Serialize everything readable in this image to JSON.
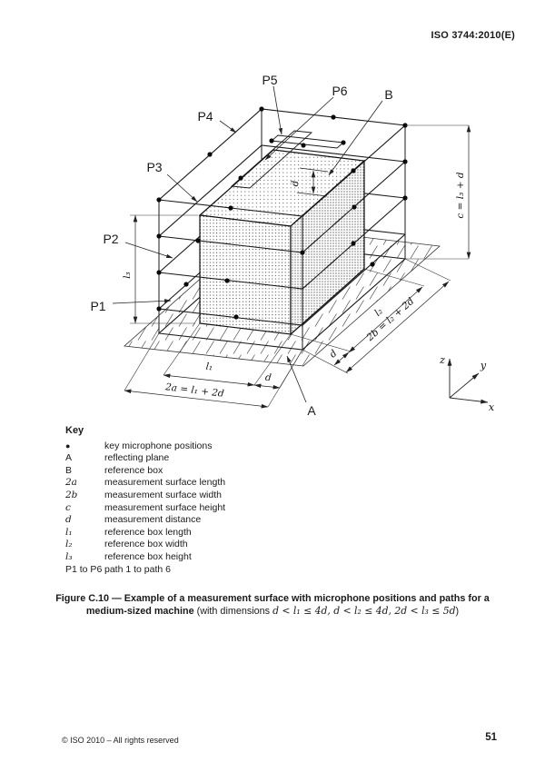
{
  "header": {
    "doc_ref": "ISO 3744:2010(E)"
  },
  "figure": {
    "path_labels": {
      "p1": "P1",
      "p2": "P2",
      "p3": "P3",
      "p4": "P4",
      "p5": "P5",
      "p6": "P6"
    },
    "ref_labels": {
      "a": "A",
      "b": "B"
    },
    "dims": {
      "l1": "l₁",
      "l2": "l₂",
      "l3": "l₃",
      "d": "d",
      "two_a": "2a = l₁ + 2d",
      "two_b": "2b = l₂ + 2d",
      "c": "c = l₃ + d"
    },
    "axes": {
      "x": "x",
      "y": "y",
      "z": "z"
    }
  },
  "key": {
    "title": "Key",
    "rows": [
      {
        "symbol": "●",
        "desc": "key microphone positions"
      },
      {
        "symbol": "A",
        "desc": "reflecting plane"
      },
      {
        "symbol": "B",
        "desc": "reference box"
      },
      {
        "symbol": "2a",
        "desc": "measurement surface length"
      },
      {
        "symbol": "2b",
        "desc": "measurement surface width"
      },
      {
        "symbol": "c",
        "desc": "measurement surface height"
      },
      {
        "symbol": "d",
        "desc": "measurement distance"
      },
      {
        "symbol": "l₁",
        "desc": "reference box length"
      },
      {
        "symbol": "l₂",
        "desc": "reference box width"
      },
      {
        "symbol": "l₃",
        "desc": "reference box height"
      },
      {
        "symbol": "P1 to P6",
        "desc": "path 1 to path 6"
      }
    ]
  },
  "caption": {
    "line1": "Figure C.10 — Example of a measurement surface with microphone positions and paths for a",
    "line2_bold": "medium-sized machine",
    "line2_pre": " (with dimensions ",
    "line2_math": "d < l₁ ≤ 4d, d < l₂ ≤ 4d, 2d < l₃ ≤ 5d",
    "line2_post": ")"
  },
  "footer": {
    "copyright": "© ISO 2010 – All rights reserved",
    "page_number": "51"
  }
}
